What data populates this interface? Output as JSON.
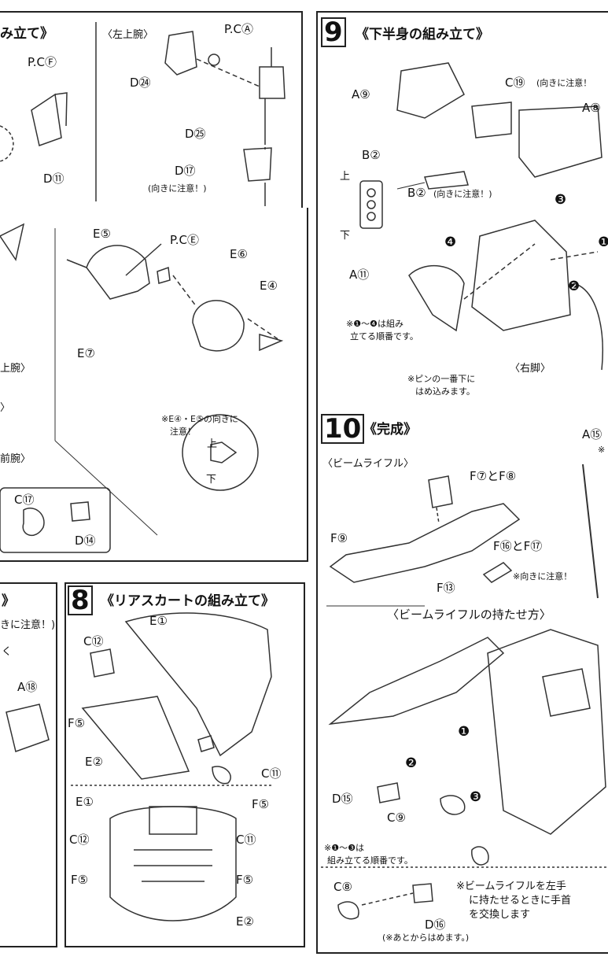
{
  "left_top": {
    "title_fragment": "み立て》",
    "upper_arm_label": "〈左上腕〉",
    "parts": {
      "pcF": "P.CⒻ",
      "d11": "D⑪",
      "pcA": "P.CⒶ",
      "d24": "D㉔",
      "d25": "D㉕",
      "d17": "D⑰",
      "d17_note": "(向きに注意！)"
    }
  },
  "left_mid": {
    "upper_arm_fragment": "上腕〉",
    "forearm_fragment": "前腕〉",
    "paren_fragment": "〉",
    "parts": {
      "e5": "E⑤",
      "pcE": "P.CⒺ",
      "e6": "E⑥",
      "e4": "E④",
      "e7": "E⑦",
      "note": "※E④・E⑤の向きに",
      "note2": "注意！",
      "up": "上",
      "down": "下",
      "c17": "C⑰",
      "d14": "D⑭"
    }
  },
  "left_bottom": {
    "fragment1": "》",
    "fragment2": "きに注意！)",
    "fragment3": "く",
    "a18": "A⑱"
  },
  "step8": {
    "number": "8",
    "title": "《リアスカートの組み立て》",
    "parts": {
      "e1": "E①",
      "c12": "C⑫",
      "f5": "F⑤",
      "e2": "E②",
      "c11": "C⑪",
      "f5b": "F⑤",
      "e1b": "E①",
      "c12b": "C⑫",
      "c11b": "C⑪",
      "f5c": "F⑤",
      "f5d": "F⑤",
      "e2b": "E②"
    }
  },
  "step9": {
    "number": "9",
    "title": "《下半身の組み立て》",
    "parts": {
      "a9": "A⑨",
      "c19": "C⑲",
      "c19_note": "(向きに注意！",
      "a8": "A⑧",
      "b2": "B②",
      "up": "上",
      "down": "下",
      "b2_note": "B②",
      "b2_note2": "(向きに注意！)",
      "a11": "A⑪",
      "order_note": "※❶～❹は組み",
      "order_note2": "立てる順番です。",
      "right_leg": "〈右脚〉",
      "pin_note": "※ピンの一番下に",
      "pin_note2": "はめ込みます。",
      "step_marks": [
        "❸",
        "❹",
        "❶",
        "❷"
      ]
    }
  },
  "step10": {
    "number": "10",
    "title": "《完成》",
    "rifle_label": "〈ビームライフル〉",
    "hold_label": "〈ビームライフルの持たせ方〉",
    "parts": {
      "f7f8": "F⑦とF⑧",
      "f9": "F⑨",
      "f16f17": "F⑯とF⑰",
      "orient": "※向きに注意！",
      "f13": "F⑬",
      "a15": "A⑮",
      "ast": "※",
      "d15": "D⑮",
      "c9": "C⑨",
      "order_note": "※❶～❸は",
      "order_note2": "組み立てる順番です。",
      "c8": "C⑧",
      "d16": "D⑯",
      "d16_note": "(※あとからはめます。)",
      "swap_note": "※ビームライフルを左手",
      "swap_note2": "に持たせるときに手首",
      "swap_note3": "を交換します",
      "step_marks": [
        "❶",
        "❷",
        "❸"
      ]
    }
  }
}
